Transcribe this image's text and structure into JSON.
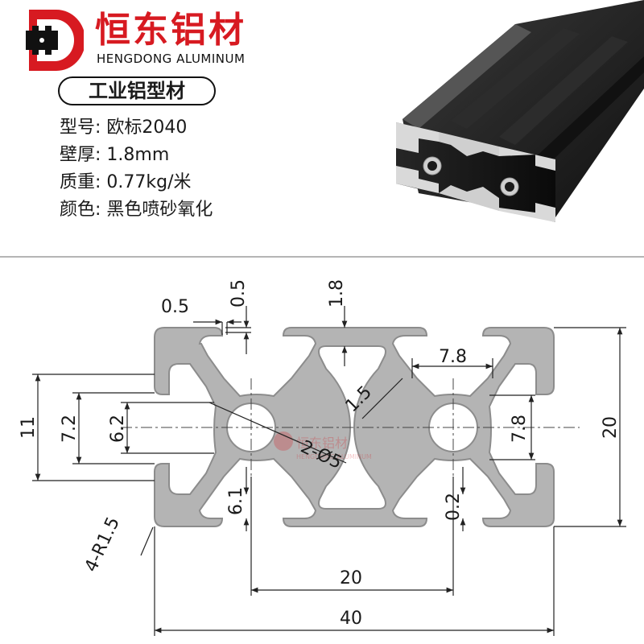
{
  "brand": {
    "name_cn": "恒东铝材",
    "name_en": "HENGDONG ALUMINUM",
    "logo_text": "HD",
    "color": "#d71a21"
  },
  "badge": "工业铝型材",
  "specs": [
    {
      "key": "型号:",
      "value": " 欧标2040"
    },
    {
      "key": "壁厚:",
      "value": " 1.8mm"
    },
    {
      "key": "质重:",
      "value": " 0.77kg/米"
    },
    {
      "key": "颜色:",
      "value": " 黑色喷砂氧化"
    }
  ],
  "watermark": {
    "cn": "恒东铝材",
    "en": "HENGDONG ALUMINUM"
  },
  "dimensions": {
    "d_05_left": "0.5",
    "d_05_top": "0.5",
    "d_18": "1.8",
    "d_78_top": "7.8",
    "d_15": "1.5",
    "d_11": "11",
    "d_72": "7.2",
    "d_62": "6.2",
    "d_2o5": "2-Ø5",
    "d_78_right": "7.8",
    "d_20_right": "20",
    "d_61": "6.1",
    "d_02": "0.2",
    "d_4r15": "4-R1.5",
    "d_20_bottom": "20",
    "d_40": "40"
  },
  "colors": {
    "profile_fill": "#b4b4b4",
    "profile_stroke": "#8c8c8c",
    "product_black": "#1b1b1b",
    "divider": "#b5b5b5"
  }
}
